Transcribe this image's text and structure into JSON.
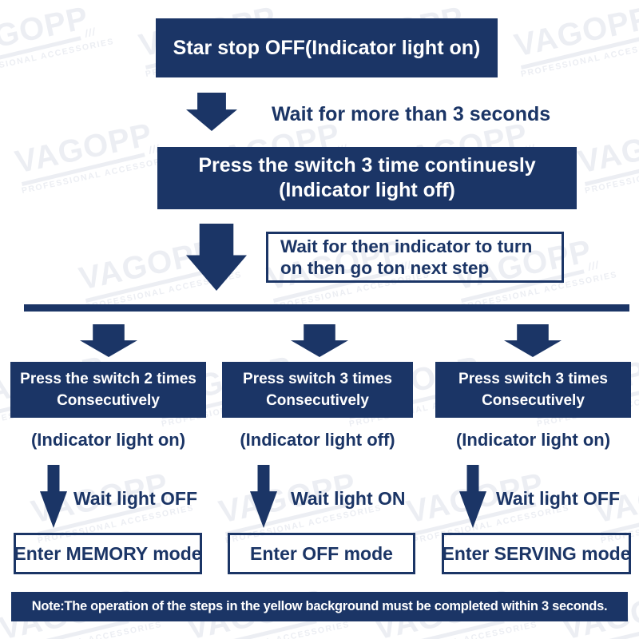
{
  "brand": {
    "watermark_name": "VAGOPP",
    "watermark_subtitle": "PROFESSIONAL ACCESSORIES",
    "watermark_slashes": "///"
  },
  "colors": {
    "navy": "#1b3566",
    "text_on_navy": "#ffffff",
    "watermark": "#eceef3",
    "background": "#ffffff"
  },
  "flow": {
    "step1": {
      "label": "Star stop OFF(Indicator light on)"
    },
    "wait1": {
      "label": "Wait for more than 3 seconds"
    },
    "step2": {
      "line1": "Press the switch 3 time continuesly",
      "line2": "(Indicator light off)"
    },
    "wait2": {
      "line1": "Wait for then indicator to turn",
      "line2": "on then go ton next step"
    },
    "branches": [
      {
        "press_line1": "Press the switch 2 times",
        "press_line2": "Consecutively",
        "indicator": "(Indicator light on)",
        "wait": "Wait light OFF",
        "result": "Enter MEMORY mode"
      },
      {
        "press_line1": "Press switch 3 times",
        "press_line2": "Consecutively",
        "indicator": "(Indicator light off)",
        "wait": "Wait light ON",
        "result": "Enter OFF mode"
      },
      {
        "press_line1": "Press switch 3 times",
        "press_line2": "Consecutively",
        "indicator": "(Indicator light on)",
        "wait": "Wait light OFF",
        "result": "Enter SERVING mode"
      }
    ],
    "note": "Note:The operation of the steps in the yellow background must be completed within 3 seconds."
  }
}
